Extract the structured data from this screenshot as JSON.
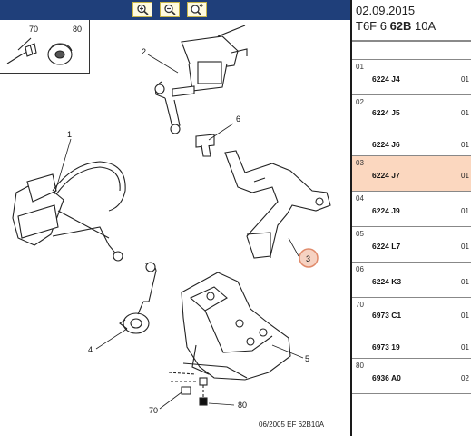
{
  "toolbar": {
    "buttons": [
      {
        "icon": "zoom-in-icon"
      },
      {
        "icon": "zoom-out-icon"
      },
      {
        "icon": "zoom-reset-icon"
      }
    ]
  },
  "diagram": {
    "callouts": {
      "c1": "1",
      "c2": "2",
      "c3": "3",
      "c4": "4",
      "c5": "5",
      "c6": "6",
      "c70": "70",
      "c80": "80",
      "inset70": "70",
      "inset80": "80"
    },
    "footer": "06/2005  EF 62B10A"
  },
  "header": {
    "date": "02.09.2015",
    "ref_prefix": "T6F 6 ",
    "ref_bold": "62B",
    "ref_suffix": " 10A"
  },
  "parts": [
    {
      "num": "01",
      "selected": false,
      "items": [
        {
          "code": "6224 J4",
          "qty": "01"
        }
      ]
    },
    {
      "num": "02",
      "selected": false,
      "items": [
        {
          "code": "6224 J5",
          "qty": "01"
        },
        {
          "code": "6224 J6",
          "qty": "01"
        }
      ]
    },
    {
      "num": "03",
      "selected": true,
      "items": [
        {
          "code": "6224 J7",
          "qty": "01"
        }
      ]
    },
    {
      "num": "04",
      "selected": false,
      "items": [
        {
          "code": "6224 J9",
          "qty": "01"
        }
      ]
    },
    {
      "num": "05",
      "selected": false,
      "items": [
        {
          "code": "6224 L7",
          "qty": "01"
        }
      ]
    },
    {
      "num": "06",
      "selected": false,
      "items": [
        {
          "code": "6224 K3",
          "qty": "01"
        }
      ]
    },
    {
      "num": "70",
      "selected": false,
      "items": [
        {
          "code": "6973 C1",
          "qty": "01"
        },
        {
          "code": "6973 19",
          "qty": "01"
        }
      ]
    },
    {
      "num": "80",
      "selected": false,
      "items": [
        {
          "code": "6936 A0",
          "qty": "02"
        }
      ]
    }
  ],
  "colors": {
    "toolbar": "#1f3f7a",
    "selected_row": "#fbd7bf",
    "highlight_circle": "#e08a6a"
  }
}
